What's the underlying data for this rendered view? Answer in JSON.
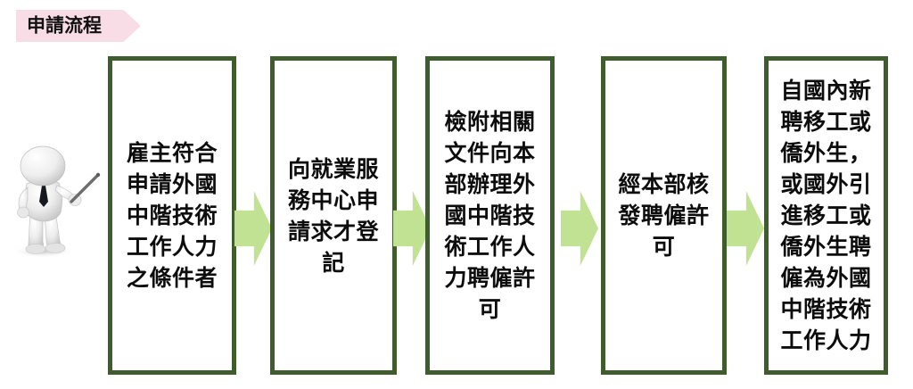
{
  "header": {
    "banner_label": "申請流程"
  },
  "mascot": {
    "name": "presenter-figure-with-pointer"
  },
  "flow": {
    "steps": [
      {
        "id": "step-1",
        "text": "雇主符合申請外國中階技術工作人力之條件者"
      },
      {
        "id": "step-2",
        "text": "向就業服務中心申請求才登記"
      },
      {
        "id": "step-3",
        "text": "檢附相關文件向本部辦理外國中階技術工作人力聘僱許可"
      },
      {
        "id": "step-4",
        "text": "經本部核發聘僱許可"
      },
      {
        "id": "step-5",
        "text": "自國內新聘移工或僑外生，或國外引進移工或僑外生聘僱為外國中階技術工作人力"
      }
    ],
    "arrows": [
      {
        "id": "arrow-1",
        "icon": "right-arrow-icon"
      },
      {
        "id": "arrow-2",
        "icon": "right-arrow-icon"
      },
      {
        "id": "arrow-3",
        "icon": "right-arrow-icon"
      },
      {
        "id": "arrow-4",
        "icon": "right-arrow-icon"
      }
    ]
  },
  "colors": {
    "banner_fill": "#f9dde6",
    "box_border": "#3f5c2c",
    "box_fill": "#ffffff",
    "arrow_fill": "#c2e293",
    "text": "#0d0d0d",
    "background": "#ffffff"
  }
}
